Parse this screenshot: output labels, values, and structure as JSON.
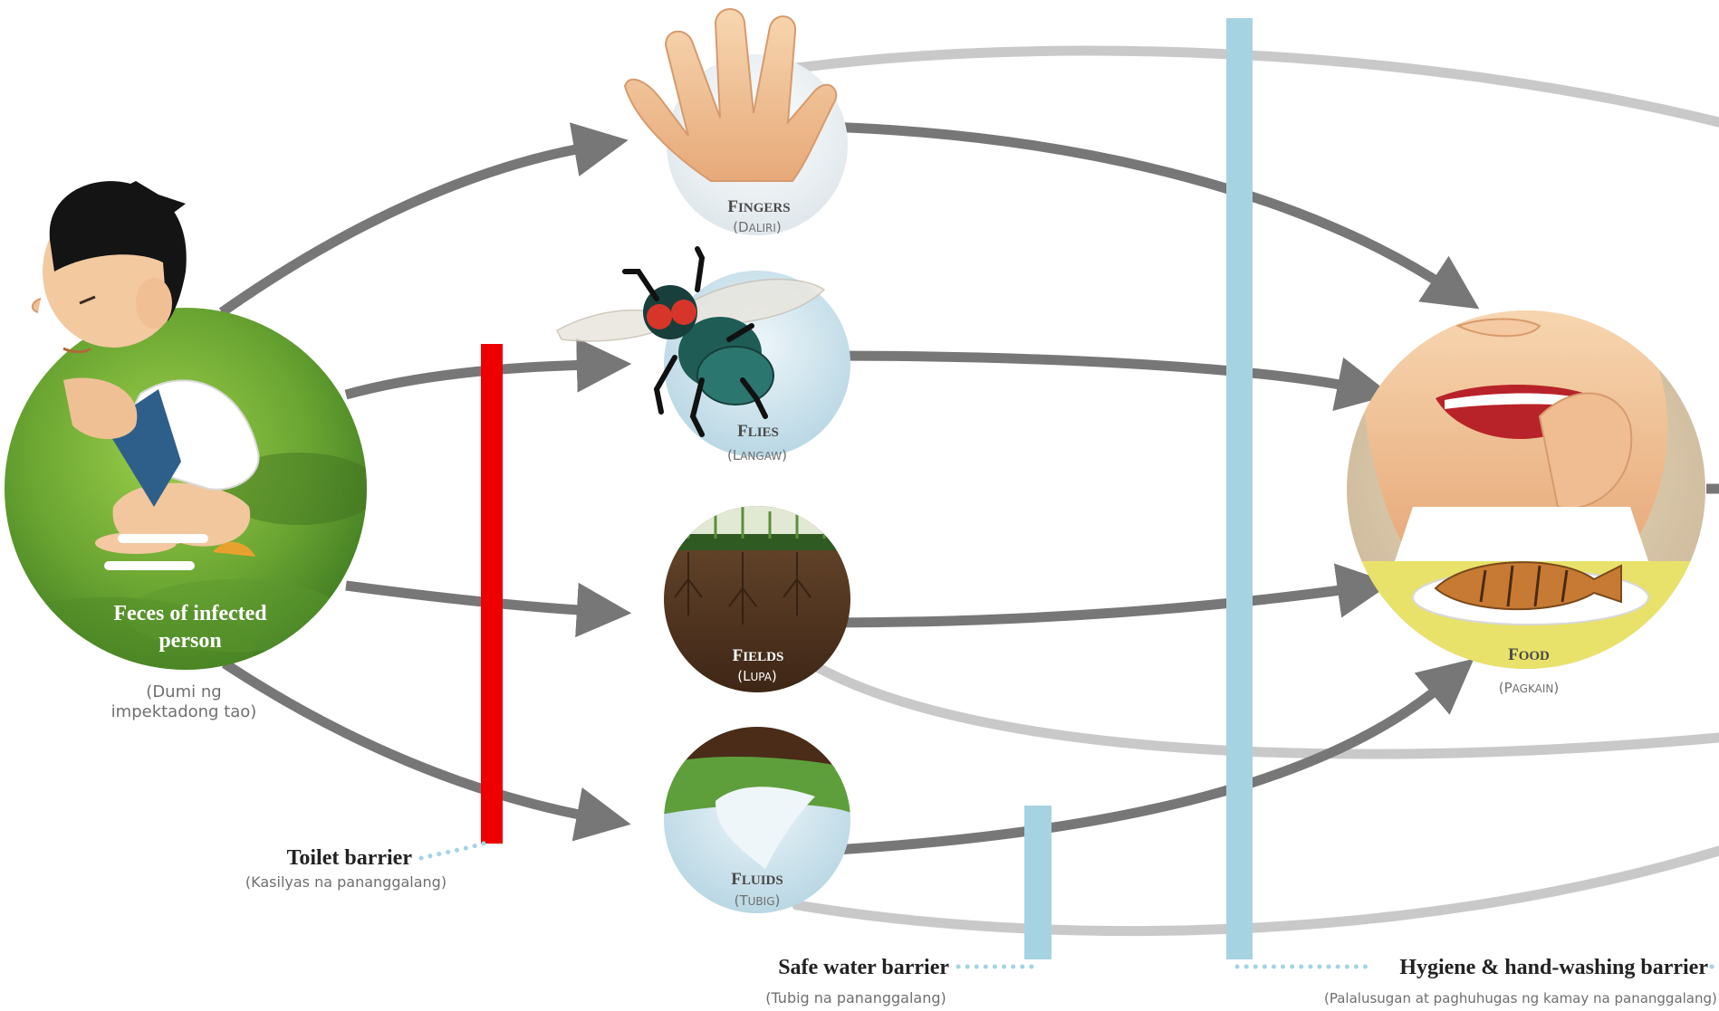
{
  "source": {
    "title": "Feces of infected person",
    "subtitle_line1": "(Dumi ng",
    "subtitle_line2": "impektadong tao)"
  },
  "nodes": {
    "fingers": {
      "title": "Fingers",
      "subtitle": "(Daliri)"
    },
    "flies": {
      "title": "Flies",
      "subtitle": "(Langaw)"
    },
    "fields": {
      "title": "Fields",
      "subtitle": "(Lupa)"
    },
    "fluids": {
      "title": "Fluids",
      "subtitle": "(Tubig)"
    }
  },
  "target": {
    "title": "Food",
    "subtitle": "(Pagkain)"
  },
  "barriers": {
    "toilet": {
      "label": "Toilet barrier",
      "subtitle": "(Kasilyas na pananggalang)",
      "color": "#ee0000"
    },
    "water": {
      "label": "Safe water barrier",
      "subtitle": "(Tubig na pananggalang)",
      "color": "#a6d3e2"
    },
    "hygiene": {
      "label": "Hygiene & hand-washing barrier",
      "subtitle": "(Palalusugan at paghuhugas ng kamay na pananggalang)",
      "color": "#a6d3e2"
    }
  },
  "colors": {
    "arrow_dark": "#777777",
    "arrow_light": "#c9c9c9",
    "dots": "#a6d3e2"
  }
}
